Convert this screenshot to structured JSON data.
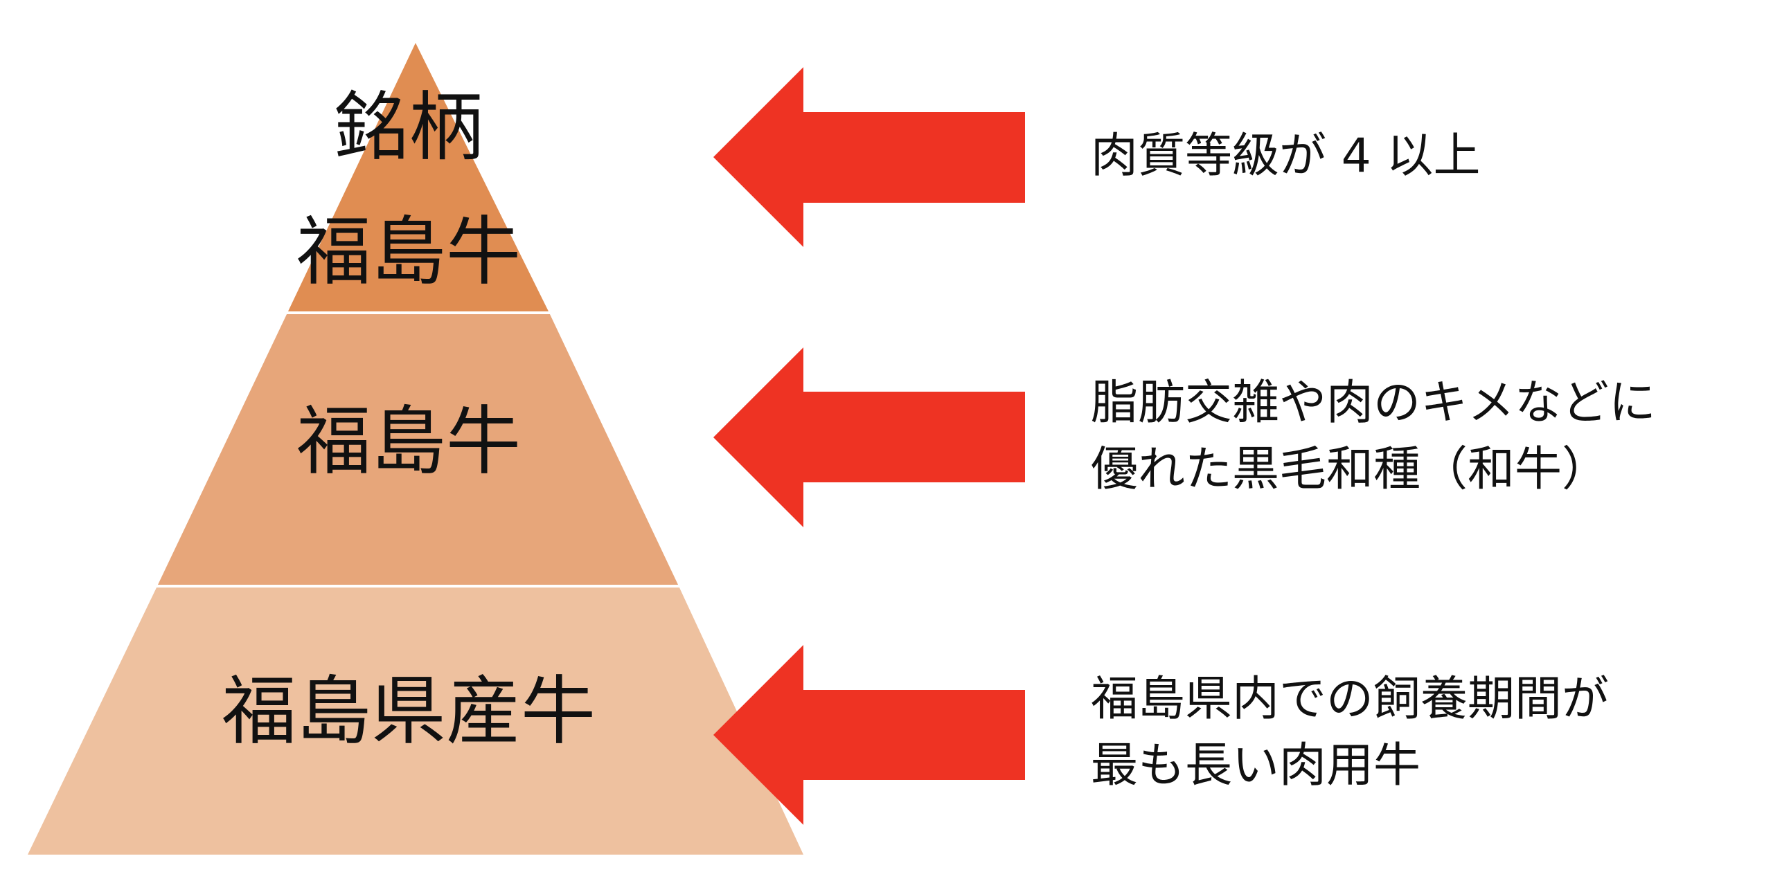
{
  "colors": {
    "tier_top": "#E08D52",
    "tier_mid": "#E7A67A",
    "tier_base": "#EEC19F",
    "arrow": "#EE3323",
    "divider": "#ffffff"
  },
  "pyramid": {
    "top": {
      "line1": "銘柄",
      "line2": "福島牛"
    },
    "middle": {
      "label": "福島牛"
    },
    "base": {
      "label": "福島県産牛"
    }
  },
  "descriptions": {
    "top": "肉質等級が 4 以上",
    "middle": "脂肪交雑や肉のキメなどに\n優れた黒毛和種（和牛）",
    "base": "福島県内での飼養期間が\n最も長い肉用牛"
  },
  "arrows": [
    {
      "direction": "left",
      "icon": "left-arrow"
    },
    {
      "direction": "left",
      "icon": "left-arrow"
    },
    {
      "direction": "left",
      "icon": "left-arrow"
    }
  ]
}
